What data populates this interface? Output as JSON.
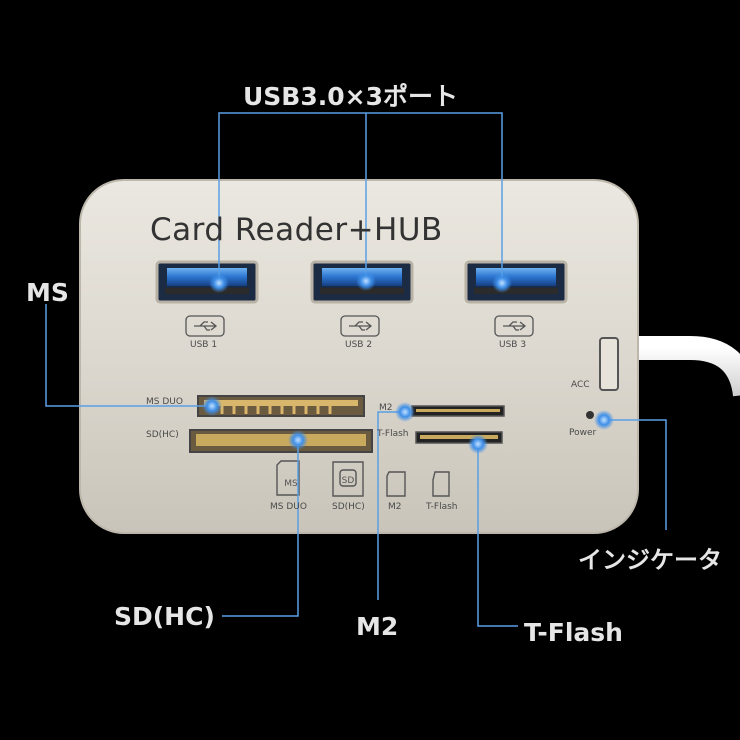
{
  "device": {
    "title": "Card Reader+HUB",
    "usb_labels": [
      "USB 1",
      "USB 2",
      "USB 3"
    ],
    "acc_label": "ACC",
    "power_label": "Power",
    "slot_labels": {
      "ms_duo": "MS DUO",
      "sd_hc": "SD(HC)",
      "m2": "M2",
      "t_flash": "T-Flash"
    },
    "card_icon_labels": [
      "MS DUO",
      "SD(HC)",
      "M2",
      "T-Flash"
    ],
    "card_icon_text": {
      "ms": "MS",
      "sd": "SD"
    }
  },
  "callouts": {
    "usb": "USB3.0×3ポート",
    "ms": "MS",
    "sd": "SD(HC)",
    "m2": "M2",
    "tflash": "T-Flash",
    "indicator": "インジケータ"
  },
  "colors": {
    "background": "#000000",
    "body": "#d9d5cc",
    "port_blue": "#2f7fd6",
    "callout_line": "#5aa0e6",
    "callout_text": "#e6e6e6"
  }
}
